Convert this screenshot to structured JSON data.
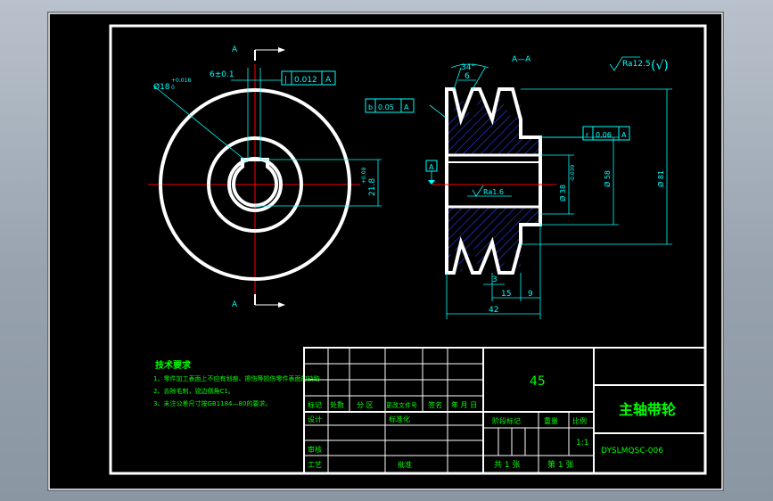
{
  "views": {
    "front_label_top": "A",
    "front_label_bottom": "A",
    "section_title": "A—A"
  },
  "dimensions": {
    "keyway_bore": "Ø18",
    "keyway_bore_tol": "+0.018",
    "keyway_bore_tol_low": "0",
    "key_width": "6±0.1",
    "key_depth": "21.8",
    "key_depth_tol": "+0.08",
    "angle": "34°",
    "groove_top": "6",
    "dia_small": "Ø 38",
    "dia_small_tol": "-0.039",
    "dia_mid": "Ø 58",
    "dia_large": "Ø 81",
    "width_total": "42",
    "w_15": "15",
    "w_9": "9",
    "w_3": "3"
  },
  "tolerances": {
    "sym": {
      "symbol": "|",
      "value": "0.012",
      "datum": "A"
    },
    "left": {
      "symbol": "b",
      "value": "0.05",
      "datum": "A"
    },
    "runout": {
      "symbol": "r",
      "value": "0.06",
      "datum": "A"
    },
    "datum_box": "A"
  },
  "roughness": {
    "general": "Ra12.5",
    "general_check": "(√)",
    "bore": "Ra1.6"
  },
  "notes": {
    "title": "技术要求",
    "items": [
      "1、零件加工表面上不应有划痕、擦伤等损伤零件表面的缺陷",
      "2、去除毛刺，锐边倒角C1。",
      "3、未注公差尺寸按GB1184—80的要求。"
    ]
  },
  "title_block": {
    "material": "45",
    "part_name": "主轴带轮",
    "drawing_no": "DYSLMQSC-006",
    "h_mark": "标记",
    "h_count": "处数",
    "h_zone": "分 区",
    "h_change": "更改文件号",
    "h_sign": "签名",
    "h_date": "年 月 日",
    "design": "设计",
    "standard": "标准化",
    "stage": "阶段标记",
    "weight": "重量",
    "scale": "比例",
    "scale_val": "1:1",
    "review": "审核",
    "process": "工艺",
    "approve": "批准",
    "sheets_total": "共 1 张",
    "sheet_no": "第 1 张"
  },
  "colors": {
    "outline": "#ffffff",
    "center": "#ff0000",
    "dimension": "#00ffff",
    "text": "#00ff00",
    "hatch": "#2a3fff"
  }
}
